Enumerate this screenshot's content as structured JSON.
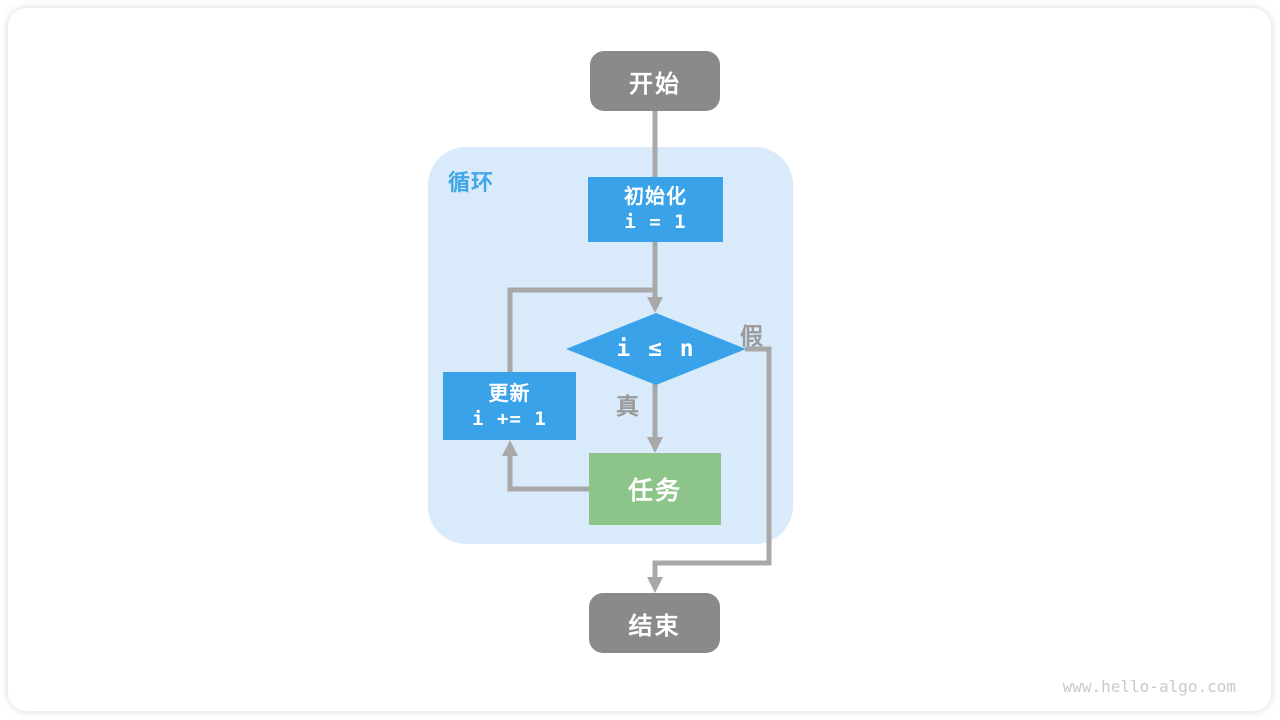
{
  "watermark": "www.hello-algo.com",
  "flowchart": {
    "start": {
      "label": "开始"
    },
    "loop": {
      "label": "循环"
    },
    "init": {
      "title": "初始化",
      "code": "i = 1"
    },
    "condition": {
      "code": "i ≤ n"
    },
    "update": {
      "title": "更新",
      "code": "i += 1"
    },
    "task": {
      "label": "任务"
    },
    "end": {
      "label": "结束"
    },
    "edges": {
      "true_label": "真",
      "false_label": "假"
    },
    "colors": {
      "node_gray": "#8a8a8a",
      "node_blue": "#3aa2e8",
      "node_green": "#8cc48a",
      "loop_background": "#d9eafb",
      "loop_label_text": "#41a6e8",
      "edge_line": "#a8a8a8",
      "edge_label_text": "#9a9a9a"
    }
  }
}
